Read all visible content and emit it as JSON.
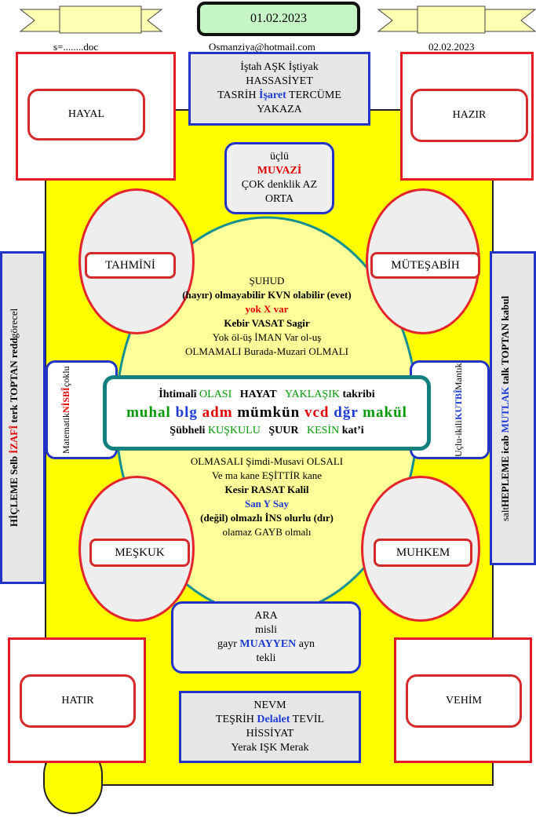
{
  "header": {
    "date_main": "01.02.2023",
    "file_label": "s=........doc",
    "email": "Osmanziya@hotmail.com",
    "date_right": "02.02.2023"
  },
  "top_box": {
    "line1": "İştah  AŞK  İştiyak",
    "line2": "HASSASİYET",
    "line3_a": "TASRİH ",
    "line3_b": "İşaret",
    "line3_c": " TERCÜME",
    "line4": "YAKAZA"
  },
  "corners": {
    "top_left": "HAYAL",
    "top_right": "HAZIR",
    "bottom_left": "HATIR",
    "bottom_right": "VEHİM"
  },
  "upper_center": {
    "line1": "üçlü",
    "line2": "MUVAZİ",
    "line3": "ÇOK denklik AZ",
    "line4": "ORTA"
  },
  "ellipses": {
    "upper_left": "TAHMİNİ",
    "upper_right": "MÜTEŞABİH",
    "lower_left": "MEŞKUK",
    "lower_right": "MUHKEM"
  },
  "upper_text": {
    "line1": "ŞUHUD",
    "line2": "(hayır) olmayabilir KVN  olabilir (evet)",
    "line3": "yok  X  var",
    "line4": "Kebir  VASAT Sagir",
    "line5": "Yok öl-üş  İMAN  Var ol-uş",
    "line6": "OLMAMALI Burada-Muzari  OLMALI"
  },
  "center_box": {
    "row1": {
      "a": "İhtimalî ",
      "b": "OLASI",
      "c": "   HAYAT   ",
      "d": "YAKLAŞIK",
      "e": " takribi"
    },
    "row2": {
      "a": "muhal ",
      "b": "blg ",
      "c": "adm ",
      "d": "mümkün ",
      "e": "vcd ",
      "f": "dğr ",
      "g": "makül"
    },
    "row3": {
      "a": "Şübheli ",
      "b": "KUŞKULU",
      "c": "   ŞUUR   ",
      "d": "KESİN",
      "e": " kat’i"
    }
  },
  "lower_text": {
    "line1": "OLMASALI Şimdi-Musavi OLSALI",
    "line2": "Ve ma kane EŞİTTİR kane",
    "line3": "Kesir  RASAT Kalil",
    "line4": "San Y Say",
    "line5": "(değil) olmazlı İNS olurlu (dır)",
    "line6": "olamaz GAYB olmalı"
  },
  "left_mid_box": {
    "line1": "Matematik",
    "line2": "NİSBÎ",
    "line3": "çoklu"
  },
  "right_mid_box": {
    "line1": "Uçlu-ikili",
    "line2": "KUTBÎ",
    "line3": "Mantık"
  },
  "left_side": {
    "line1_a": "HİÇLEME Selb ",
    "line1_b": "İZAFÎ",
    "line1_c": " terk TOPTAN redd",
    "line2": "görecel"
  },
  "right_side": {
    "line1": "salt",
    "line2_a": "HEPLEME  icab ",
    "line2_b": "MUTLAK",
    "line2_c": " talk TOPTAN kabul"
  },
  "lower_center": {
    "line1": "ARA",
    "line2": "misli",
    "line3_a": "gayr ",
    "line3_b": "MUAYYEN",
    "line3_c": " ayn",
    "line4": "tekli"
  },
  "bottom_box": {
    "line1": "NEVM",
    "line2_a": "TEŞRİH ",
    "line2_b": "Delalet",
    "line2_c": " TEVİL",
    "line3": "HİSSİYAT",
    "line4": "Yerak IŞK  Merak"
  }
}
